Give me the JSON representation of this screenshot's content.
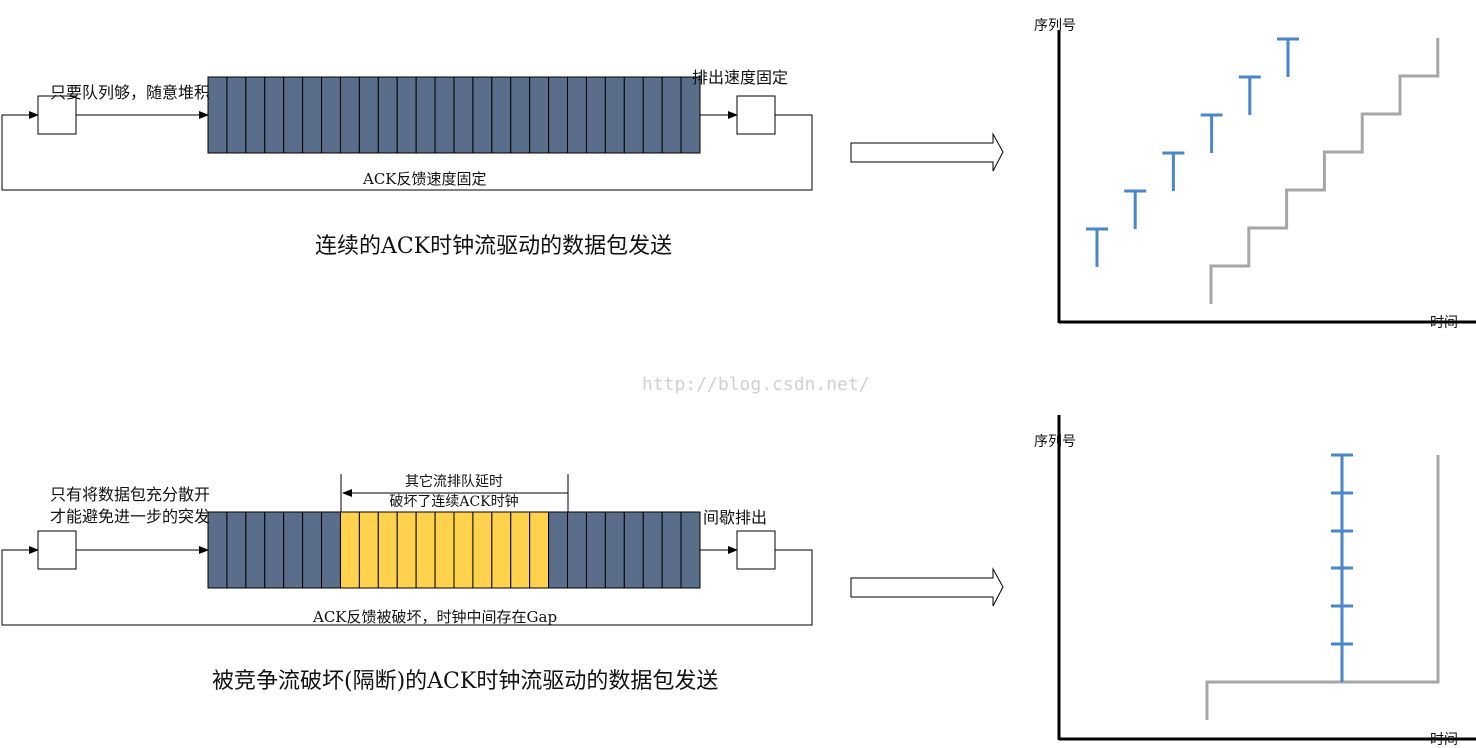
{
  "watermark": "http://blog.csdn.net/",
  "top": {
    "label_accumulate": "只要队列够，随意堆积",
    "label_drain": "排出速度固定",
    "label_ack": "ACK反馈速度固定",
    "caption": "连续的ACK时钟流驱动的数据包发送",
    "queue_cells": 26,
    "queue_color": "#5a6e8c"
  },
  "bottom": {
    "label_spread": [
      "只有将数据包充分散开",
      "才能避免进一步的突发"
    ],
    "label_other": [
      "其它流排队延时",
      "破坏了连续ACK时钟"
    ],
    "label_drain": "间歇排出",
    "label_ack": "ACK反馈被破坏，时钟中间存在Gap",
    "caption": "被竞争流破坏(隔断)的ACK时钟流驱动的数据包发送",
    "queue_cells": 26,
    "other_flow_cells": [
      7,
      18
    ],
    "queue_color": "#5a6e8c",
    "other_flow_color": "#ffd24d",
    "annotation_color": "#e02020"
  },
  "chart_top": {
    "ylabel": "序列号",
    "xlabel": "时间"
  },
  "chart_bottom": {
    "ylabel": "序列号",
    "xlabel": "时间"
  },
  "colors": {
    "tick_blue": "#4a86c8",
    "step_gray": "#a6a6a6"
  }
}
